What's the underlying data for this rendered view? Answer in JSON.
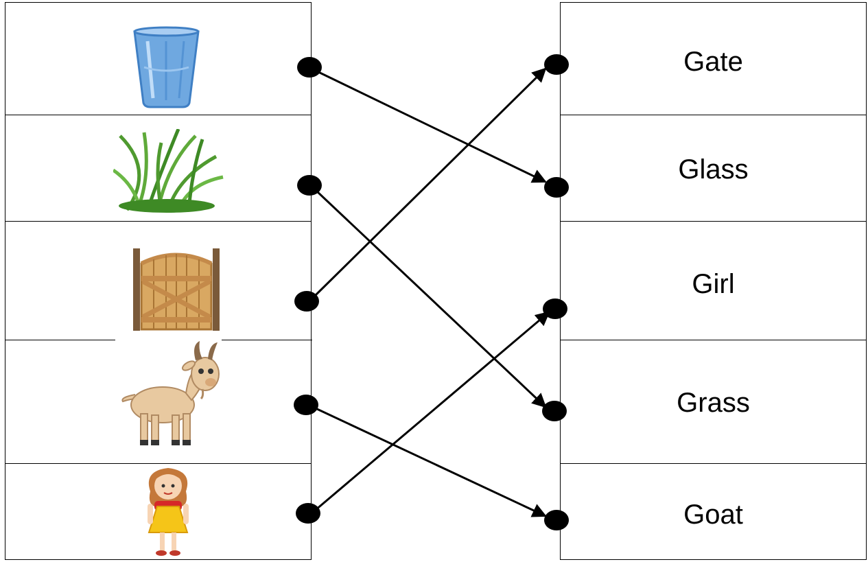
{
  "pictures": [
    {
      "id": "glass",
      "icon": "glass-icon"
    },
    {
      "id": "grass",
      "icon": "grass-icon"
    },
    {
      "id": "gate",
      "icon": "gate-icon"
    },
    {
      "id": "goat",
      "icon": "goat-icon"
    },
    {
      "id": "girl",
      "icon": "girl-icon"
    }
  ],
  "words": [
    "Gate",
    "Glass",
    "Girl",
    "Grass",
    "Goat"
  ],
  "matches": [
    {
      "picture": "glass",
      "word": "Glass"
    },
    {
      "picture": "grass",
      "word": "Grass"
    },
    {
      "picture": "gate",
      "word": "Gate"
    },
    {
      "picture": "goat",
      "word": "Goat"
    },
    {
      "picture": "girl",
      "word": "Girl"
    }
  ],
  "colors": {
    "border": "#000000",
    "glass": "#6fa8e0",
    "grass": "#4f9a2f",
    "gate": "#c48a4a",
    "goat": "#e8c9a0",
    "girl_dress": "#f5c518"
  }
}
